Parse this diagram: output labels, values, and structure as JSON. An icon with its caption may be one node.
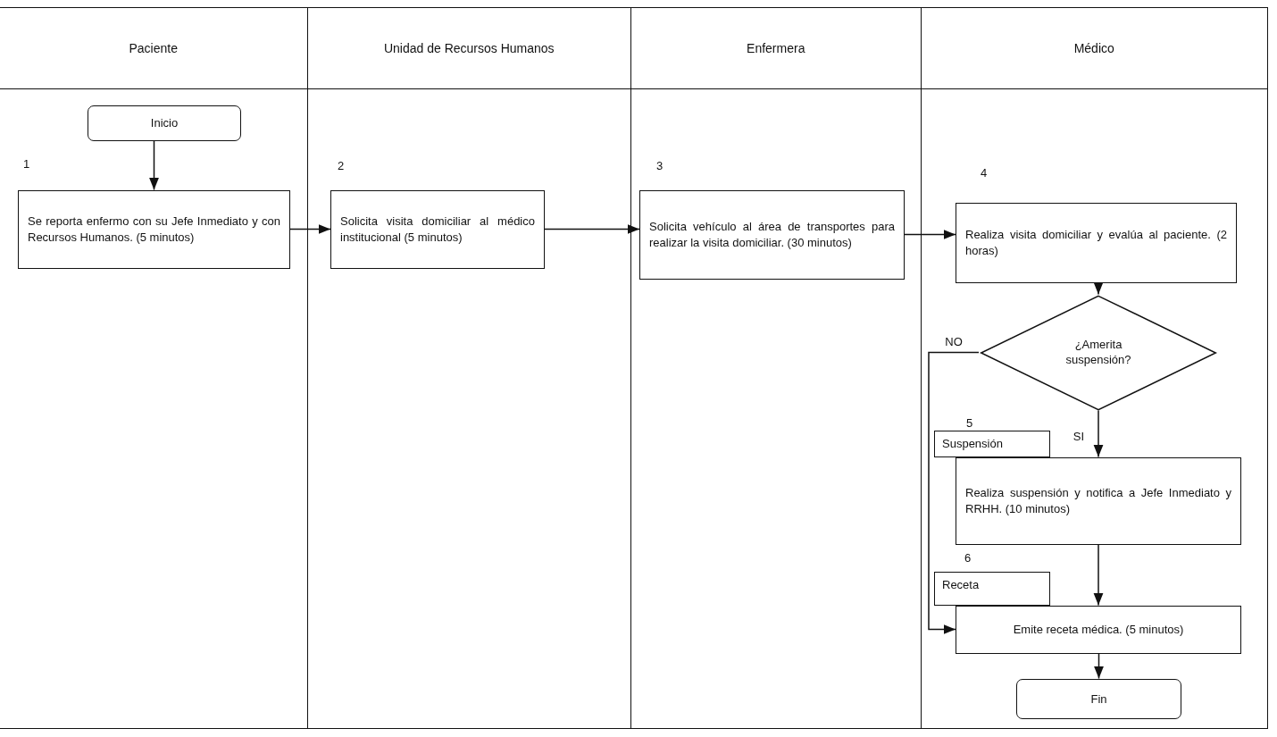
{
  "diagram": {
    "nodes": [
      {
        "text": [
          "Paciente"
        ]
      },
      {
        "text": [
          "Unidad de Recursos Humanos"
        ]
      },
      {
        "text": [
          "Enfermera"
        ]
      },
      {
        "text": [
          "Médico"
        ]
      },
      {
        "text": [
          "Inicio"
        ],
        "in": 0
      },
      {
        "text": [
          "Se reporta enfermo con su Jefe Inmediato y con Recursos Humanos. (5 minutos)"
        ],
        "in": 0
      },
      {
        "text": [
          "Solicita visita domiciliar al médico institucional (5 minutos)"
        ],
        "in": 1
      },
      {
        "text": [
          "Solicita vehículo al área de transportes para realizar la visita domiciliar. (30 minutos)"
        ],
        "in": 2
      },
      {
        "text": [
          "Realiza visita domiciliar y evalúa al paciente. (2 horas)"
        ],
        "in": 3
      },
      {
        "text": [
          "¿Amerita suspensión?"
        ],
        "in": 3
      },
      {
        "text": [
          "Suspensión"
        ],
        "in": 3
      },
      {
        "text": [
          "Realiza suspensión y notifica a Jefe Inmediato y RRHH. (10 minutos)"
        ],
        "in": 3
      },
      {
        "text": [
          "Receta"
        ],
        "in": 3
      },
      {
        "text": [
          "Emite receta médica. (5 minutos)"
        ],
        "in": 3
      },
      {
        "text": [
          "Fin"
        ],
        "in": 3
      }
    ],
    "edges": [
      {
        "from": 4,
        "to": 5,
        "arrow": "to"
      },
      {
        "from": 5,
        "to": 6,
        "arrow": "to"
      },
      {
        "from": 6,
        "to": 7,
        "arrow": "to"
      },
      {
        "from": 7,
        "to": 8,
        "arrow": "to"
      },
      {
        "from": 8,
        "to": 9,
        "arrow": "to"
      },
      {
        "from": 9,
        "to": 11,
        "label": "SI",
        "arrow": "to"
      },
      {
        "from": 9,
        "to": 13,
        "label": "NO",
        "arrow": "to"
      },
      {
        "from": 11,
        "to": 13,
        "arrow": "to"
      },
      {
        "from": 13,
        "to": 14,
        "arrow": "to"
      }
    ],
    "labels": [
      "1",
      "2",
      "3",
      "4",
      "5",
      "6"
    ]
  }
}
